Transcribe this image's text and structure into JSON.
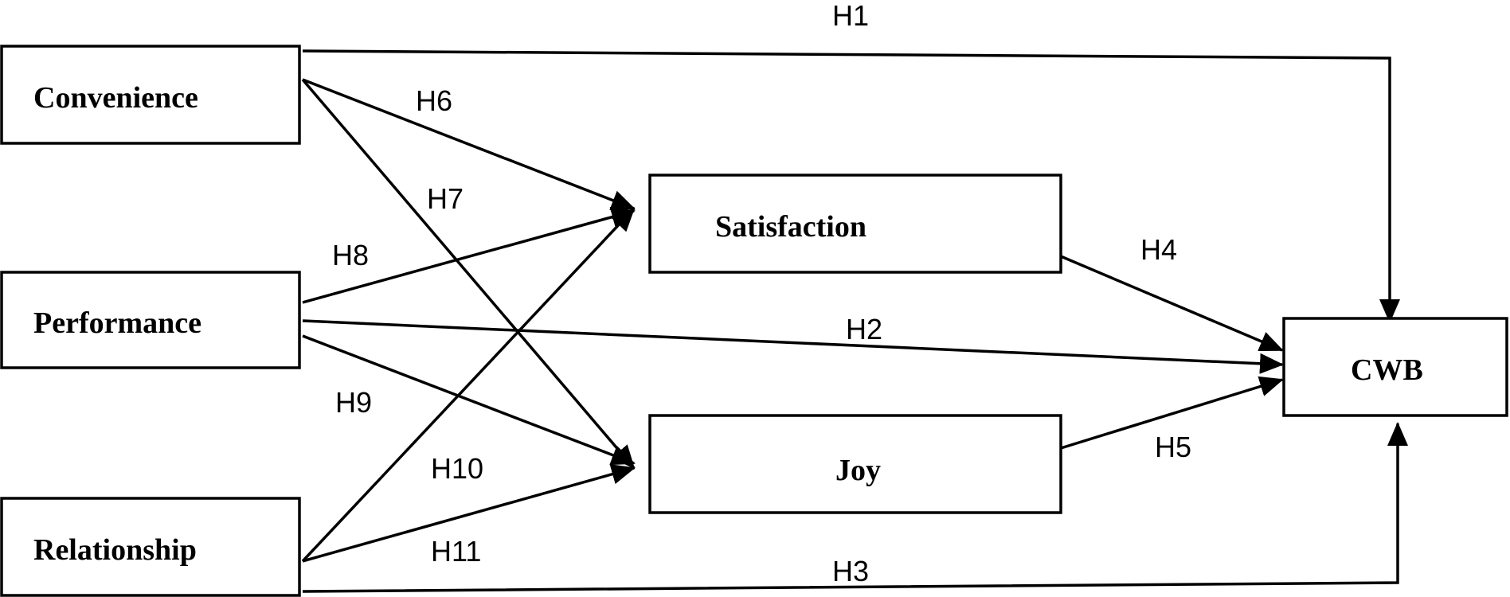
{
  "constructs": {
    "convenience": "Convenience",
    "performance": "Performance",
    "relationship": "Relationship",
    "satisfaction": "Satisfaction",
    "joy": "Joy",
    "cwb": "CWB"
  },
  "hypotheses": {
    "h1": "H1",
    "h2": "H2",
    "h3": "H3",
    "h4": "H4",
    "h5": "H5",
    "h6": "H6",
    "h7": "H7",
    "h8": "H8",
    "h9": "H9",
    "h10": "H10",
    "h11": "H11"
  },
  "paths": [
    {
      "hypothesis": "H1",
      "from": "Convenience",
      "to": "CWB"
    },
    {
      "hypothesis": "H2",
      "from": "Performance",
      "to": "CWB"
    },
    {
      "hypothesis": "H3",
      "from": "Relationship",
      "to": "CWB"
    },
    {
      "hypothesis": "H4",
      "from": "Satisfaction",
      "to": "CWB"
    },
    {
      "hypothesis": "H5",
      "from": "Joy",
      "to": "CWB"
    },
    {
      "hypothesis": "H6",
      "from": "Convenience",
      "to": "Satisfaction"
    },
    {
      "hypothesis": "H7",
      "from": "Convenience",
      "to": "Joy"
    },
    {
      "hypothesis": "H8",
      "from": "Performance",
      "to": "Satisfaction"
    },
    {
      "hypothesis": "H9",
      "from": "Performance",
      "to": "Joy"
    },
    {
      "hypothesis": "H10",
      "from": "Relationship",
      "to": "Satisfaction"
    },
    {
      "hypothesis": "H11",
      "from": "Relationship",
      "to": "Joy"
    }
  ]
}
